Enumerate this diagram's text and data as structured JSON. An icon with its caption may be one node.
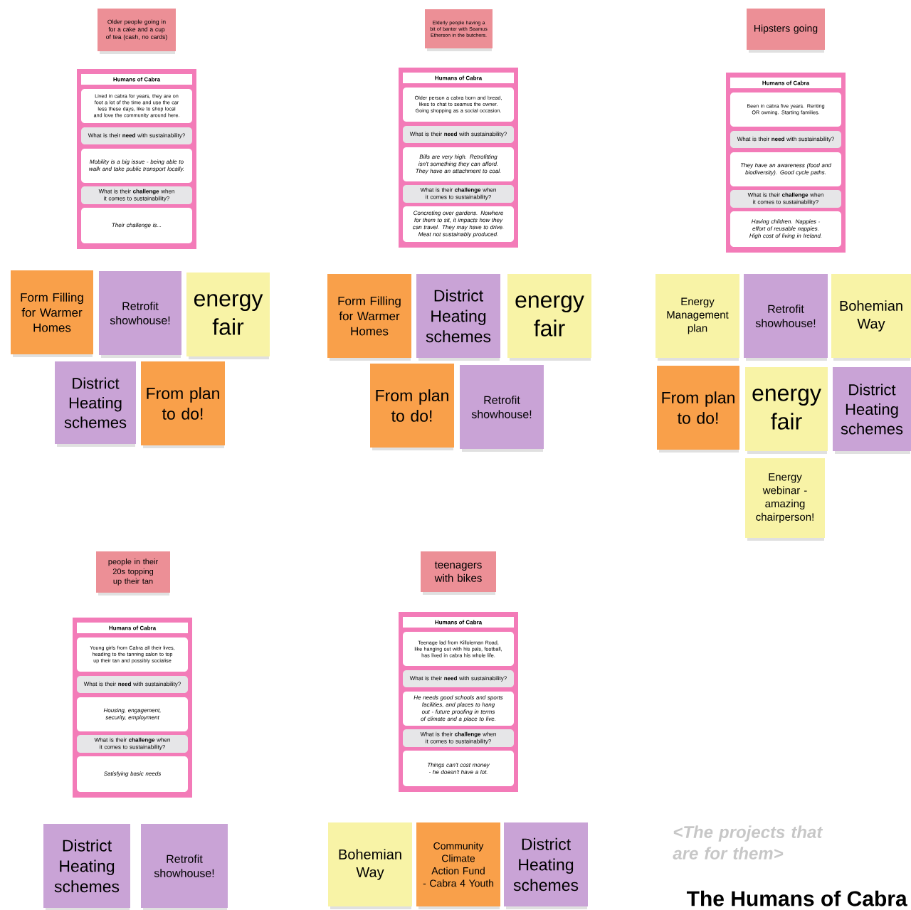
{
  "diagram": {
    "title": "The Humans of Cabra",
    "nodes": [
      {
        "text": [
          "Older people going in for a cake and a cup of tea (cash, no cards)"
        ]
      },
      {
        "text": [
          "Humans of Cabra"
        ]
      },
      {
        "text": [
          "Lived in cabra for years, they are on foot a lot of the time and use the car less these days, like to shop local and love the community around here."
        ],
        "in": 1
      },
      {
        "text": [
          "What is their **need** with sustainability?"
        ],
        "in": 1
      },
      {
        "text": [
          "Mobility is a big issue - being able to walk and take public transport locally."
        ],
        "in": 1
      },
      {
        "text": [
          "What is their **challenge** when it comes to sustainability?"
        ],
        "in": 1
      },
      {
        "text": [
          "Their challenge is..."
        ],
        "in": 1
      },
      {
        "text": [
          "Form Filling for Warmer Homes"
        ]
      },
      {
        "text": [
          "Retrofit showhouse!"
        ]
      },
      {
        "text": [
          "energy fair"
        ]
      },
      {
        "text": [
          "District Heating schemes"
        ]
      },
      {
        "text": [
          "From plan to do!"
        ]
      },
      {
        "text": [
          "Elderly people having a bit of banter with Seamus Etherson in the butchers."
        ]
      },
      {
        "text": [
          "Humans of Cabra"
        ]
      },
      {
        "text": [
          "Older person a cabra born and bread, likes to chat to seamus the owner. Going shopping as a social occasion."
        ],
        "in": 13
      },
      {
        "text": [
          "What is their **need** with sustainability?"
        ],
        "in": 13
      },
      {
        "text": [
          "Bills are very high. Retrofitting isn't something they can afford. They have an attachment to coal."
        ],
        "in": 13
      },
      {
        "text": [
          "What is their **challenge** when it comes to sustainability?"
        ],
        "in": 13
      },
      {
        "text": [
          "Concreting over gardens. Nowhere for them to sit, it impacts how they can travel. They may have to drive. Meat not sustainably produced."
        ],
        "in": 13
      },
      {
        "text": [
          "Form Filling for Warmer Homes"
        ]
      },
      {
        "text": [
          "District Heating schemes"
        ]
      },
      {
        "text": [
          "energy fair"
        ]
      },
      {
        "text": [
          "From plan to do!"
        ]
      },
      {
        "text": [
          "Retrofit showhouse!"
        ]
      },
      {
        "text": [
          "Hipsters going"
        ]
      },
      {
        "text": [
          "Humans of Cabra"
        ]
      },
      {
        "text": [
          "Been in cabra five years. Renting OR owning. Starting families."
        ],
        "in": 25
      },
      {
        "text": [
          "What is their **need** with sustainability?"
        ],
        "in": 25
      },
      {
        "text": [
          "They have an awareness (food and biodiversity). Good cycle paths."
        ],
        "in": 25
      },
      {
        "text": [
          "What is their **challenge** when it comes to sustainability?"
        ],
        "in": 25
      },
      {
        "text": [
          "Having children. Nappies - effort of reusable nappies. High cost of living in Ireland."
        ],
        "in": 25
      },
      {
        "text": [
          "Energy Management plan"
        ]
      },
      {
        "text": [
          "Retrofit showhouse!"
        ]
      },
      {
        "text": [
          "Bohemian Way"
        ]
      },
      {
        "text": [
          "From plan to do!"
        ]
      },
      {
        "text": [
          "energy fair"
        ]
      },
      {
        "text": [
          "District Heating schemes"
        ]
      },
      {
        "text": [
          "Energy webinar - amazing chairperson!"
        ]
      },
      {
        "text": [
          "people in their 20s topping up their tan"
        ]
      },
      {
        "text": [
          "Humans of Cabra"
        ]
      },
      {
        "text": [
          "Young girls from Cabra all their lives, heading to the tanning salon to top up their tan and possibly socialise"
        ],
        "in": 39
      },
      {
        "text": [
          "What is their **need** with sustainability?"
        ],
        "in": 39
      },
      {
        "text": [
          "Housing, engagement, security, employment"
        ],
        "in": 39
      },
      {
        "text": [
          "What is their **challenge** when it comes to sustainability?"
        ],
        "in": 39
      },
      {
        "text": [
          "Satisfying basic needs"
        ],
        "in": 39
      },
      {
        "text": [
          "District Heating schemes"
        ]
      },
      {
        "text": [
          "Retrofit showhouse!"
        ]
      },
      {
        "text": [
          "teenagers with bikes"
        ]
      },
      {
        "text": [
          "Humans of Cabra"
        ]
      },
      {
        "text": [
          "Teenage lad from Killoleman Road, like hanging out with his pals, football, has lived in cabra his whole life."
        ],
        "in": 48
      },
      {
        "text": [
          "What is their **need** with sustainability?"
        ],
        "in": 48
      },
      {
        "text": [
          "He needs good schools and sports facilities, and places to hang out - future proofing in terms of climate and a place to live."
        ],
        "in": 48
      },
      {
        "text": [
          "What is their **challenge** when it comes to sustainability?"
        ],
        "in": 48
      },
      {
        "text": [
          "Things can't cost money - he doesn't have a lot."
        ],
        "in": 48
      },
      {
        "text": [
          "Bohemian Way"
        ]
      },
      {
        "text": [
          "Community Climate Action Fund - Cabra 4 Youth"
        ]
      },
      {
        "text": [
          "District Heating schemes"
        ]
      }
    ],
    "labels": [
      "<The projects that are for them>"
    ]
  }
}
